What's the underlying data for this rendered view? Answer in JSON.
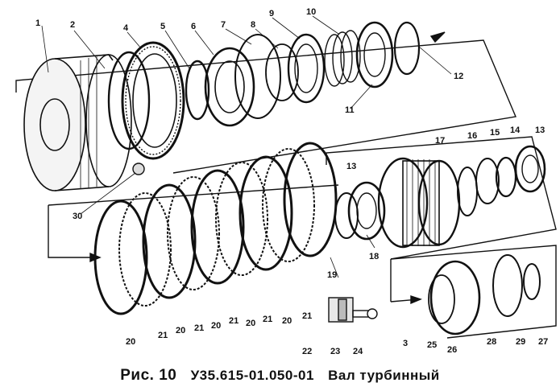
{
  "caption": {
    "figure_label": "Рис. 10",
    "part_number": "У35.615-01.050-01",
    "title": "Вал турбинный"
  },
  "callouts": [
    "1",
    "2",
    "4",
    "5",
    "6",
    "7",
    "8",
    "9",
    "10",
    "11",
    "12",
    "12",
    "30",
    "13",
    "17",
    "16",
    "15",
    "14",
    "13",
    "18",
    "19",
    "3",
    "20",
    "21",
    "20",
    "21",
    "20",
    "21",
    "20",
    "21",
    "20",
    "21",
    "22",
    "23",
    "24",
    "25",
    "26",
    "28",
    "29",
    "27"
  ],
  "colors": {
    "ink": "#111111",
    "paper": "#ffffff"
  }
}
